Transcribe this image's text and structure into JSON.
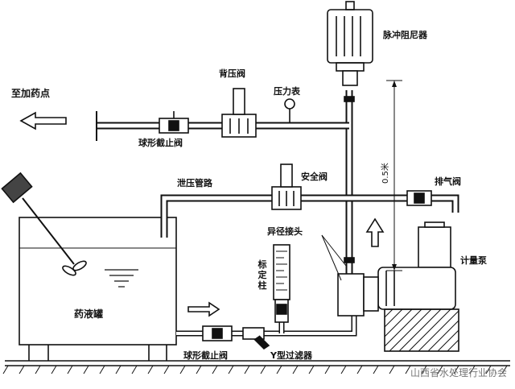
{
  "labels": {
    "pulse_damper": "脉冲阻尼器",
    "to_dosing_point": "至加药点",
    "back_pressure_valve": "背压阀",
    "pressure_gauge": "压力表",
    "globe_valve_top": "球形截止阀",
    "relief_pipe": "泄压管路",
    "safety_valve": "安全阀",
    "vent_valve": "排气阀",
    "distance": "0.5米",
    "reducer_joint": "异径接头",
    "calibration_column": "标定柱",
    "metering_pump": "计量泵",
    "chemical_tank": "药液罐",
    "globe_valve_bottom": "球形截止阀",
    "y_filter": "Y型过滤器"
  },
  "watermark": "山西省水处理行业协会"
}
